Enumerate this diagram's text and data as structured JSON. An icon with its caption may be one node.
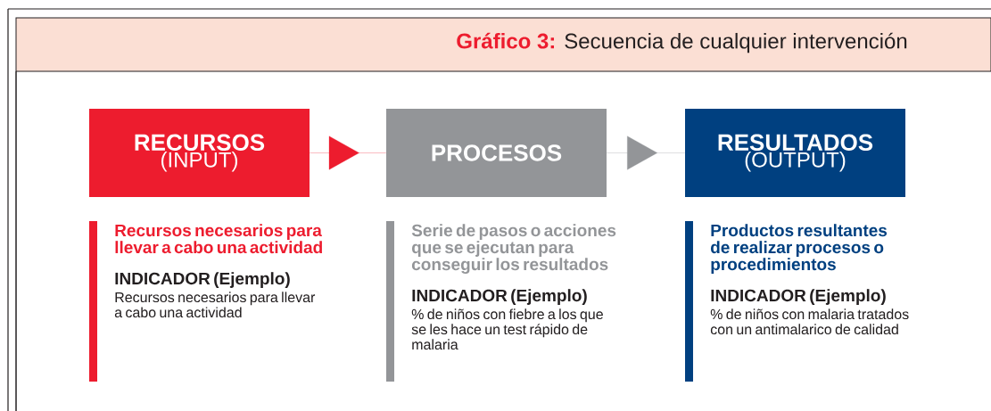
{
  "diagram": {
    "title": "**Gráfico 3:** Secuencia de cualquier intervención",
    "nodes": [
      {
        "text": [
          "RECURSOS",
          "(INPUT)"
        ]
      },
      {
        "text": [
          "PROCESOS"
        ]
      },
      {
        "text": [
          "RESULTADOS",
          "(OUTPUT)"
        ]
      },
      {
        "text": [
          "Recursos necesarios para llevar a cabo una actividad",
          "INDICADOR (Ejemplo)",
          "Recursos necesarios para llevar a cabo una actividad"
        ]
      },
      {
        "text": [
          "Serie de pasos o acciones que se ejecutan para conseguir los resultados",
          "INDICADOR (Ejemplo)",
          "% de niños con fiebre a los que se les hace un test rápido de malaria"
        ]
      },
      {
        "text": [
          "Productos resultantes de realizar procesos o procedimientos",
          "INDICADOR (Ejemplo)",
          "% de niños con malaria tratados con un antimalarico de calidad"
        ]
      }
    ],
    "edges": [
      {
        "from": 0,
        "to": 1,
        "arrow": "to",
        "color": "#ed1c2e"
      },
      {
        "from": 1,
        "to": 2,
        "arrow": "to",
        "color": "#939598"
      }
    ]
  }
}
